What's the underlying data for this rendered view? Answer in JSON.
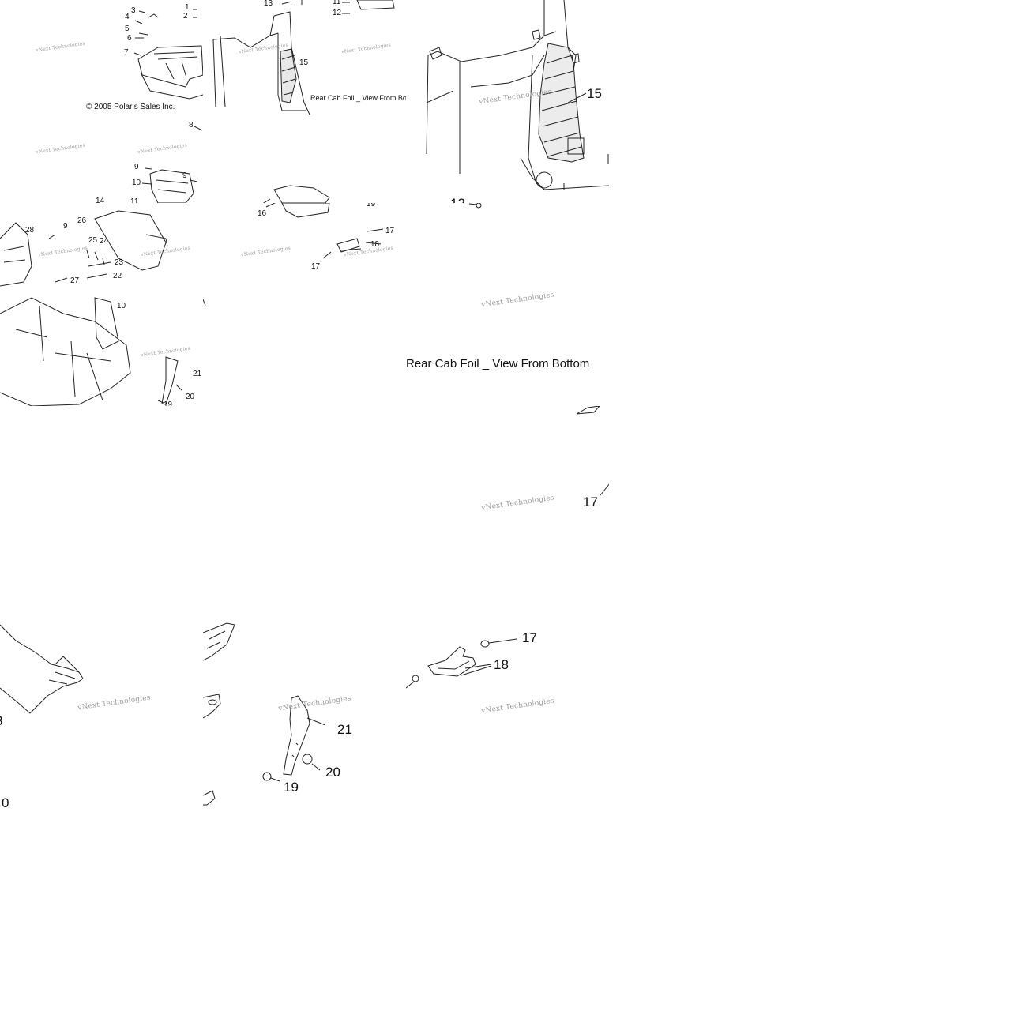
{
  "copyright": "© 2005 Polaris Sales Inc.",
  "watermark": "vNext Technologies",
  "view_caption": "Rear Cab Foil _ View From Bottom",
  "callouts": {
    "c1": "1",
    "c2": "2",
    "c3": "3",
    "c4": "4",
    "c5": "5",
    "c6": "6",
    "c7": "7",
    "c8": "8",
    "c9": "9",
    "c10": "10",
    "c11": "11",
    "c12": "12",
    "c13": "13",
    "c14": "14",
    "c15": "15",
    "c16": "16",
    "c17": "17",
    "c18": "18",
    "c19": "19",
    "c20": "20",
    "c21": "21",
    "c22": "22",
    "c23": "23",
    "c24": "24",
    "c25": "25",
    "c26": "26",
    "c27": "27",
    "c28": "28",
    "c0": "0",
    "c3b": "3"
  }
}
